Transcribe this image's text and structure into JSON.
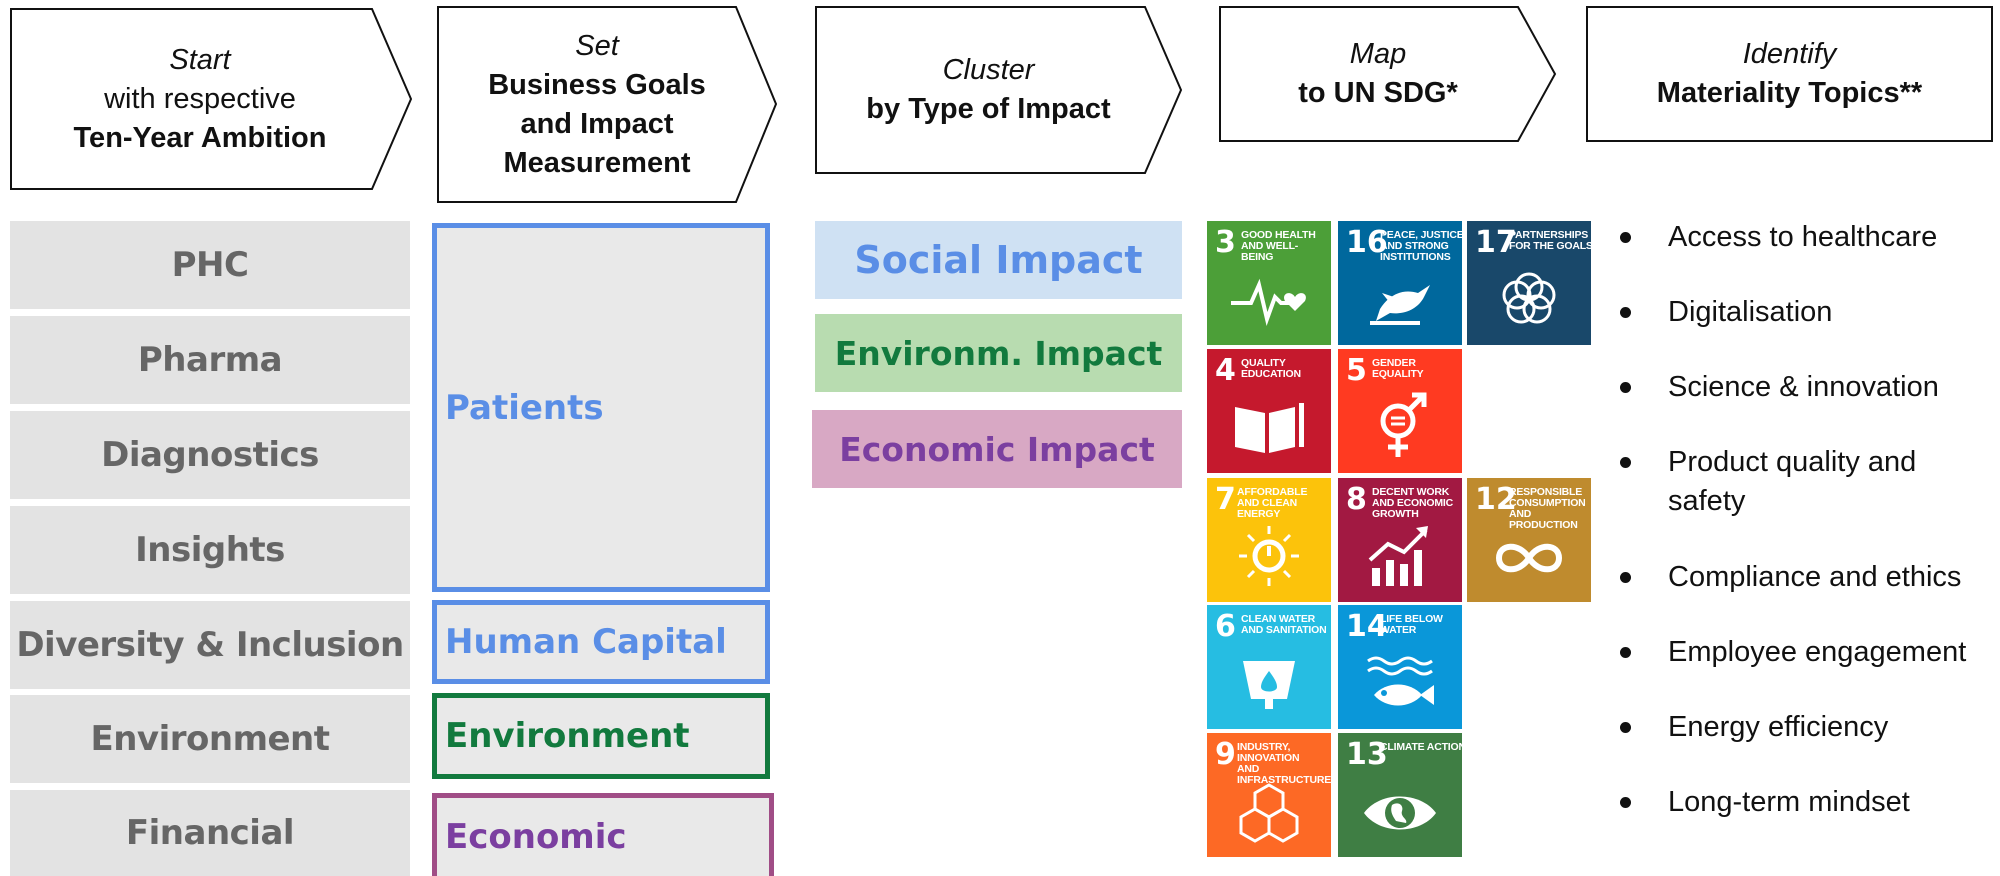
{
  "steps": [
    {
      "italic": "Start",
      "line2": "with respective",
      "bold": "Ten-Year Ambition"
    },
    {
      "italic": "Set",
      "bold1": "Business Goals",
      "bold2": "and Impact",
      "bold3": "Measurement"
    },
    {
      "italic": "Cluster",
      "bold": "by Type of Impact"
    },
    {
      "italic": "Map",
      "bold": "to UN SDG*"
    },
    {
      "italic": "Identify",
      "bold": "Materiality Topics**"
    }
  ],
  "ambitions": [
    "PHC",
    "Pharma",
    "Diagnostics",
    "Insights",
    "Diversity & Inclusion",
    "Environment",
    "Financial"
  ],
  "goals": {
    "patients": "Patients",
    "human_capital": "Human Capital",
    "environment": "Environment",
    "economic": "Economic"
  },
  "impacts": {
    "social": "Social Impact",
    "environmental": "Environm. Impact",
    "economic": "Economic Impact"
  },
  "sdg": {
    "t3": {
      "num": "3",
      "label": "Good Health and Well-Being",
      "color": "#4c9f38",
      "icon": "heartbeat-icon"
    },
    "t16": {
      "num": "16",
      "label": "Peace, Justice and Strong Institutions",
      "color": "#00689d",
      "icon": "dove-icon"
    },
    "t17": {
      "num": "17",
      "label": "Partnerships for the Goals",
      "color": "#19486a",
      "icon": "partnership-rings-icon"
    },
    "t4": {
      "num": "4",
      "label": "Quality Education",
      "color": "#c5192d",
      "icon": "book-icon"
    },
    "t5": {
      "num": "5",
      "label": "Gender Equality",
      "color": "#ff3a21",
      "icon": "gender-icon"
    },
    "t7": {
      "num": "7",
      "label": "Affordable and Clean Energy",
      "color": "#fcc30b",
      "icon": "sun-power-icon"
    },
    "t8": {
      "num": "8",
      "label": "Decent Work and Economic Growth",
      "color": "#a21942",
      "icon": "growth-chart-icon"
    },
    "t12": {
      "num": "12",
      "label": "Responsible Consumption and Production",
      "color": "#bf8b2e",
      "icon": "infinity-icon"
    },
    "t6": {
      "num": "6",
      "label": "Clean Water and Sanitation",
      "color": "#26bde2",
      "icon": "water-drop-icon"
    },
    "t14": {
      "num": "14",
      "label": "Life Below Water",
      "color": "#0a97d9",
      "icon": "fish-icon"
    },
    "t9": {
      "num": "9",
      "label": "Industry, Innovation and Infrastructure",
      "color": "#fd6925",
      "icon": "cubes-icon"
    },
    "t13": {
      "num": "13",
      "label": "Climate Action",
      "color": "#3f7e44",
      "icon": "eye-globe-icon"
    }
  },
  "topics": [
    "Access to healthcare",
    "Digitalisation",
    "Science & innovation",
    "Product quality and safety",
    "Compliance and ethics",
    "Employee engagement",
    "Energy efficiency",
    "Long-term mindset"
  ],
  "colors": {
    "blue": "#5a8ee6",
    "green": "#127a3e",
    "purple": "#7b3fa0",
    "purple_border": "#a04d86",
    "social_bg": "#cfe1f3",
    "env_bg": "#b8dcb0",
    "econ_bg": "#d8a8c4"
  }
}
